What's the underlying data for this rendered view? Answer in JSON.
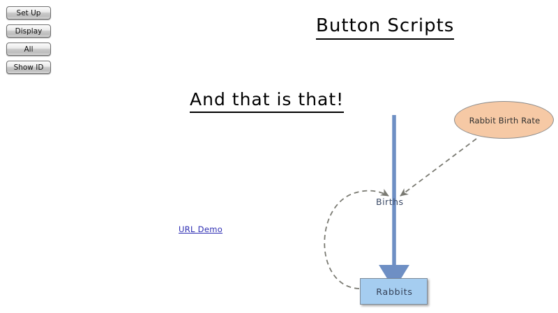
{
  "page": {
    "background_color": "#ffffff",
    "title": "Button Scripts"
  },
  "buttons": [
    {
      "label": "Set Up",
      "name": "set-up-button"
    },
    {
      "label": "Display",
      "name": "display-button"
    },
    {
      "label": "All",
      "name": "all-button"
    },
    {
      "label": "Show ID",
      "name": "show-id-button"
    }
  ],
  "headings": {
    "main": "Button Scripts",
    "sub": "And that is that!"
  },
  "link": {
    "label": "URL Demo",
    "color": "#2d2db3"
  },
  "diagram": {
    "stock": {
      "label": "Rabbits",
      "fill": "#a5cdf0",
      "border": "#7c8a99"
    },
    "converter": {
      "label": "Rabbit Birth Rate",
      "fill": "#f6c9a5",
      "border": "#8c8c8c"
    },
    "flow": {
      "label": "Births",
      "pipe_color": "#6e8fc4",
      "label_color": "#3b4a66"
    },
    "connector_color": "#7a7a72"
  }
}
